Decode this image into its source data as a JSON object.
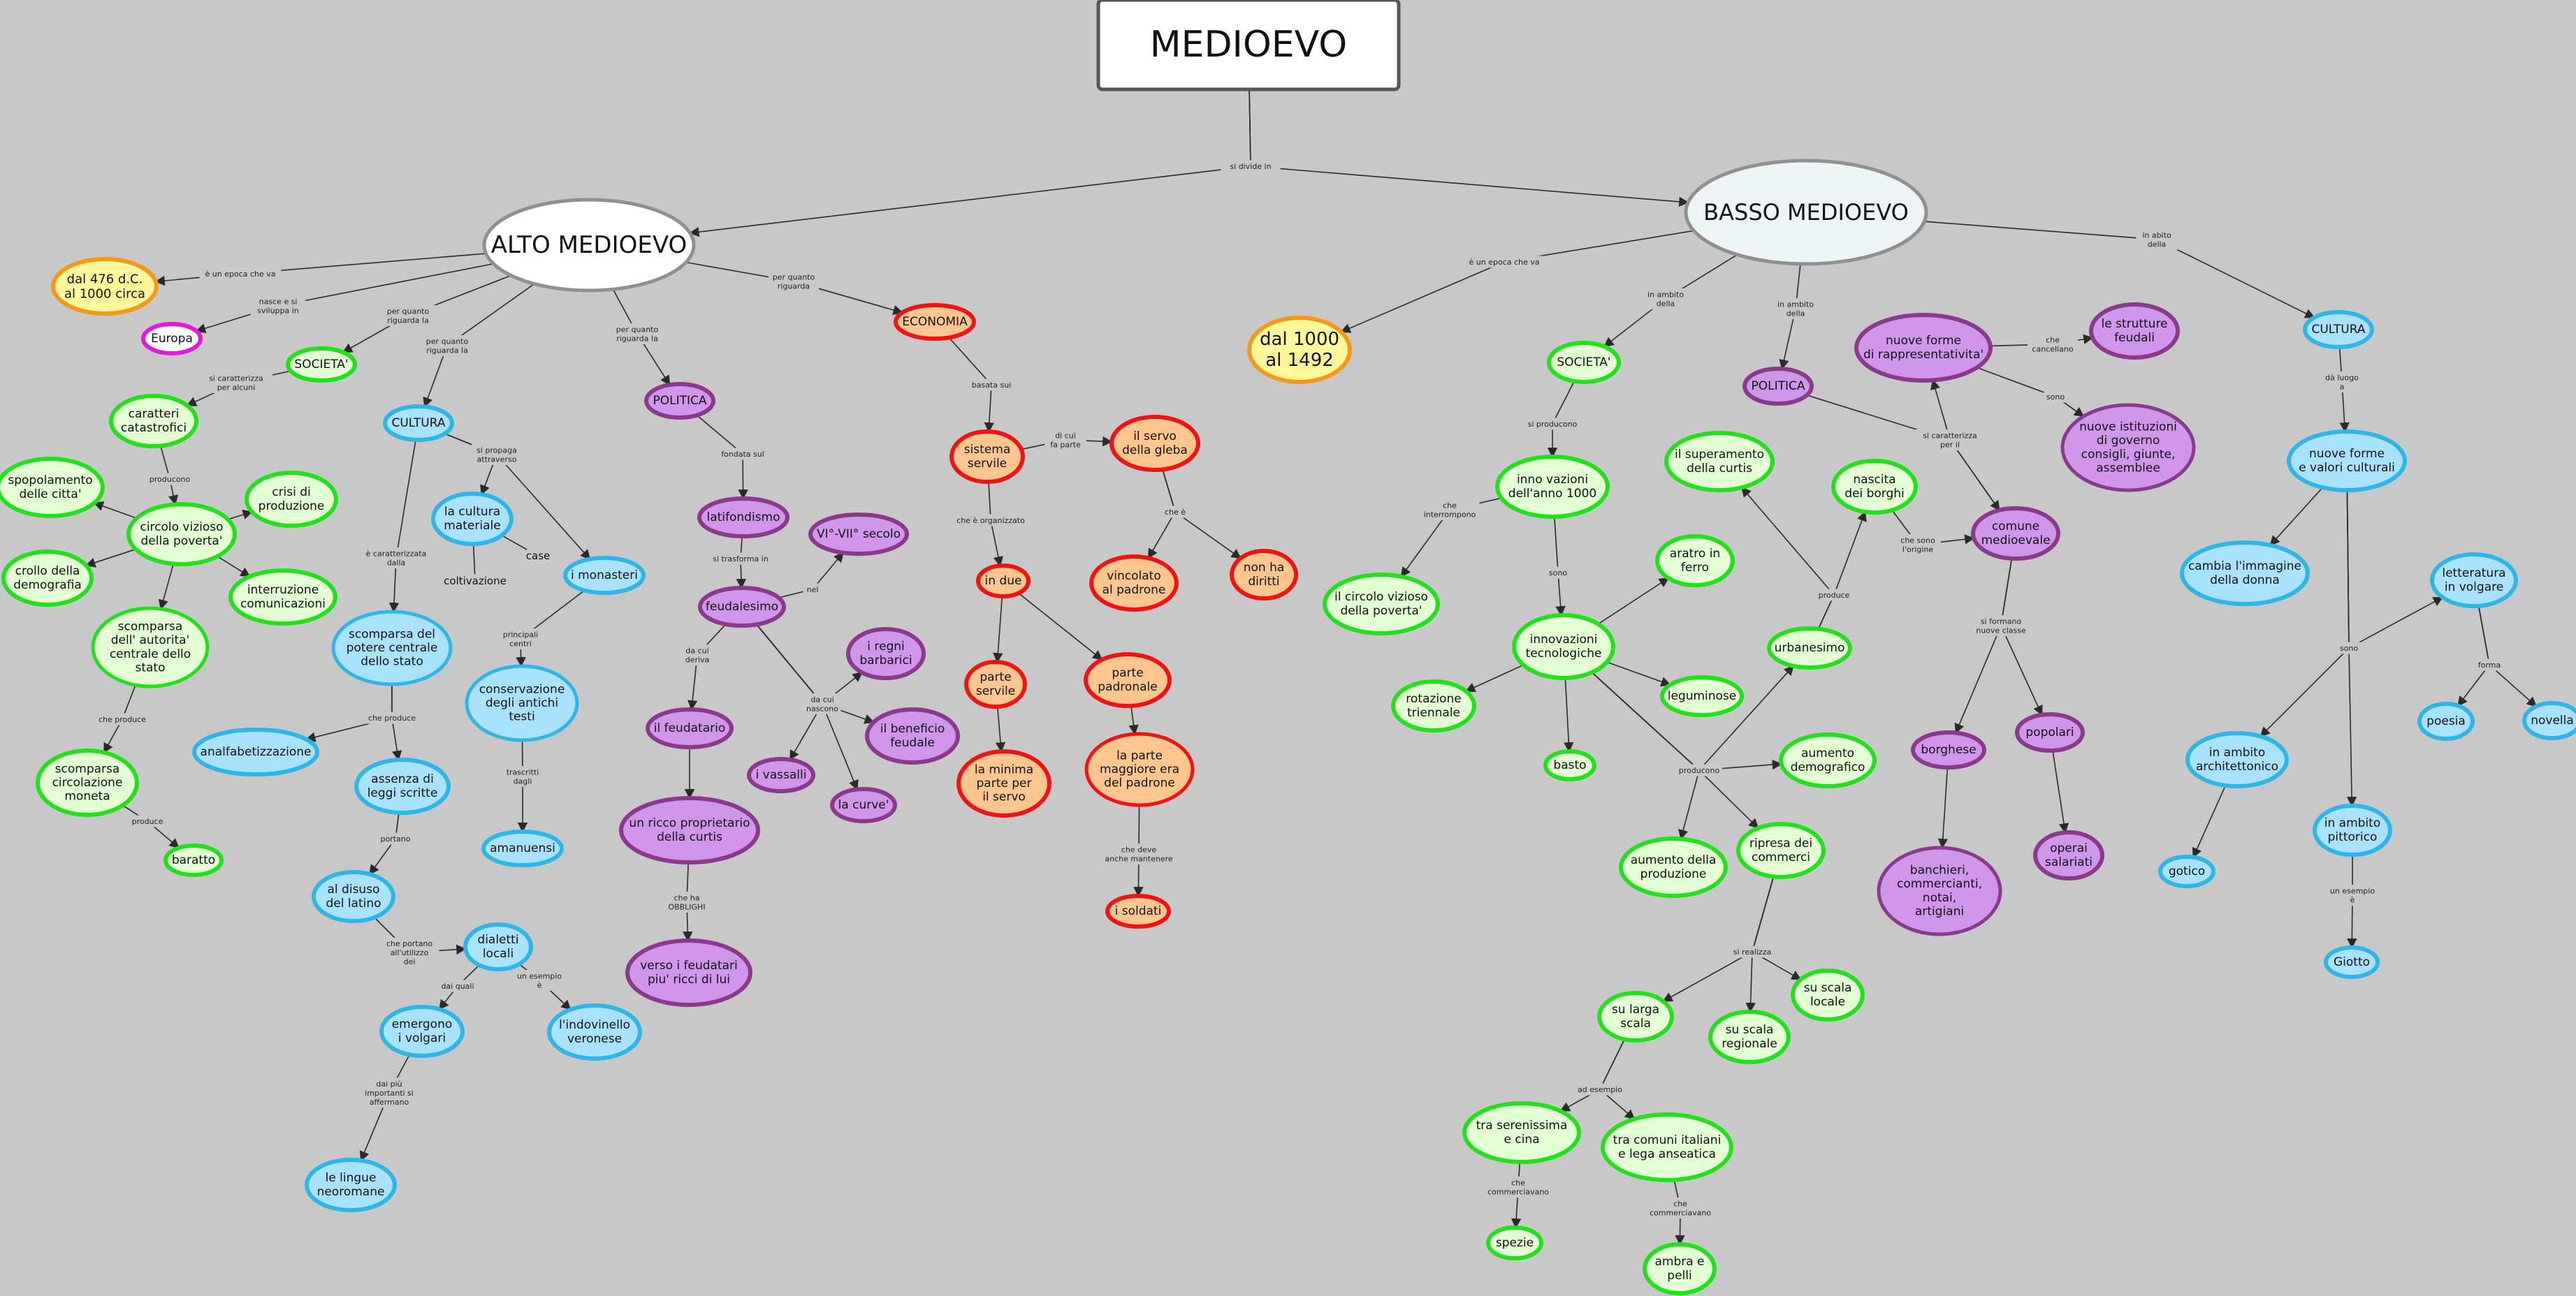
{
  "colors": {
    "white": {
      "fill": "#ffffff",
      "stroke": "#909090"
    },
    "whiteb": {
      "fill": "#eef4f6",
      "stroke": "#909090"
    },
    "green": {
      "fill": "#e3ffd4",
      "stroke": "#22e01c"
    },
    "blue": {
      "fill": "#a9e2ff",
      "stroke": "#2fb6e6"
    },
    "purple": {
      "fill": "#cf96ea",
      "stroke": "#8a3a8a"
    },
    "red": {
      "fill": "#ffc58e",
      "stroke": "#ee1414"
    },
    "yellow": {
      "fill": "#fff79a",
      "stroke": "#f49a18"
    },
    "magenta": {
      "fill": "#ffffff",
      "stroke": "#e21ad6"
    }
  },
  "nodes": [
    {
      "id": "title",
      "text": "MEDIOEVO"
    },
    {
      "id": "alto",
      "text": "ALTO MEDIOEVO"
    },
    {
      "id": "basso",
      "text": "BASSO MEDIOEVO"
    },
    {
      "id": "d476",
      "text": "dal 476 d.C.\nal 1000 circa"
    },
    {
      "id": "europa",
      "text": "Europa"
    },
    {
      "id": "socA",
      "text": "SOCIETA'"
    },
    {
      "id": "cultA",
      "text": "CULTURA"
    },
    {
      "id": "polA",
      "text": "POLITICA"
    },
    {
      "id": "econ",
      "text": "ECONOMIA"
    },
    {
      "id": "caratteri",
      "text": "caratteri\ncatastrofici"
    },
    {
      "id": "circolo",
      "text": "circolo vizioso\ndella poverta'"
    },
    {
      "id": "spopol",
      "text": "spopolamento\ndelle citta'"
    },
    {
      "id": "crisi",
      "text": "crisi di\nproduzione"
    },
    {
      "id": "crollo",
      "text": "crollo della\ndemografia"
    },
    {
      "id": "interr",
      "text": "interruzione\ncomunicazioni"
    },
    {
      "id": "scompAut",
      "text": "scomparsa\ndell' autorita'\ncentrale dello\nstato"
    },
    {
      "id": "scompMon",
      "text": "scomparsa\ncircolazione\nmoneta"
    },
    {
      "id": "baratto",
      "text": "baratto"
    },
    {
      "id": "culMat",
      "text": "la cultura\nmateriale"
    },
    {
      "id": "monast",
      "text": "i monasteri"
    },
    {
      "id": "conserv",
      "text": "conservazione\ndegli antichi\ntesti"
    },
    {
      "id": "amanu",
      "text": "amanuensi"
    },
    {
      "id": "scompPot",
      "text": "scomparsa del\npotere centrale\ndello stato"
    },
    {
      "id": "analf",
      "text": "analfabetizzazione"
    },
    {
      "id": "assenza",
      "text": "assenza di\nleggi scritte"
    },
    {
      "id": "disuso",
      "text": "al disuso\ndel latino"
    },
    {
      "id": "dialetti",
      "text": "dialetti\nlocali"
    },
    {
      "id": "volgari",
      "text": "emergono\ni volgari"
    },
    {
      "id": "indov",
      "text": "l'indovinello\nveronese"
    },
    {
      "id": "neolat",
      "text": "le lingue\nneoromane"
    },
    {
      "id": "latif",
      "text": "latifondismo"
    },
    {
      "id": "feudal",
      "text": "feudalesimo"
    },
    {
      "id": "vii",
      "text": "VI°-VII° secolo"
    },
    {
      "id": "regni",
      "text": "i regni\nbarbarici"
    },
    {
      "id": "benef",
      "text": "il beneficio\nfeudale"
    },
    {
      "id": "vassalli",
      "text": "i vassalli"
    },
    {
      "id": "curve",
      "text": "la curve'"
    },
    {
      "id": "feudat",
      "text": "il feudatario"
    },
    {
      "id": "ricco",
      "text": "un ricco proprietario\ndella curtis"
    },
    {
      "id": "versoF",
      "text": "verso i feudatari\npiu' ricci di lui"
    },
    {
      "id": "sistema",
      "text": "sistema\nservile"
    },
    {
      "id": "servo",
      "text": "il servo\ndella gleba"
    },
    {
      "id": "vincol",
      "text": "vincolato\nal padrone"
    },
    {
      "id": "nonha",
      "text": "non ha\ndiritti"
    },
    {
      "id": "indue",
      "text": "in due"
    },
    {
      "id": "parteS",
      "text": "parte\nservile"
    },
    {
      "id": "parteP",
      "text": "parte\npadronale"
    },
    {
      "id": "minima",
      "text": "la minima\nparte per\nil servo"
    },
    {
      "id": "maggiore",
      "text": "la parte\nmaggiore era\ndel padrone"
    },
    {
      "id": "soldati",
      "text": "i soldati"
    },
    {
      "id": "d1000",
      "text": "dal 1000\nal 1492"
    },
    {
      "id": "socB",
      "text": "SOCIETA'"
    },
    {
      "id": "polB",
      "text": "POLITICA"
    },
    {
      "id": "cultB",
      "text": "CULTURA"
    },
    {
      "id": "innoV",
      "text": "inno vazioni\ndell'anno 1000"
    },
    {
      "id": "circB",
      "text": "il circolo vizioso\ndella poverta'"
    },
    {
      "id": "innovT",
      "text": "innovazioni\ntecnologiche"
    },
    {
      "id": "aratro",
      "text": "aratro in\nferro"
    },
    {
      "id": "rotaz",
      "text": "rotazione\ntriennale"
    },
    {
      "id": "legum",
      "text": "leguminose"
    },
    {
      "id": "basto",
      "text": "basto"
    },
    {
      "id": "aumDem",
      "text": "aumento\ndemografico"
    },
    {
      "id": "aumProd",
      "text": "aumento della\nproduzione"
    },
    {
      "id": "ripresa",
      "text": "ripresa dei\ncommerci"
    },
    {
      "id": "urban",
      "text": "urbanesimo"
    },
    {
      "id": "superam",
      "text": "il superamento\ndella curtis"
    },
    {
      "id": "nascita",
      "text": "nascita\ndei borghi"
    },
    {
      "id": "larga",
      "text": "su larga\nscala"
    },
    {
      "id": "regionale",
      "text": "su scala\nregionale"
    },
    {
      "id": "locale",
      "text": "su scala\nlocale"
    },
    {
      "id": "seren",
      "text": "tra serenissima\ne cina"
    },
    {
      "id": "comuniIt",
      "text": "tra comuni italiani\ne lega anseatica"
    },
    {
      "id": "spezie",
      "text": "spezie"
    },
    {
      "id": "ambra",
      "text": "ambra e\npelli"
    },
    {
      "id": "nuoveForme",
      "text": "nuove forme\ndi rappresentativita'"
    },
    {
      "id": "strutture",
      "text": "le strutture\nfeudali"
    },
    {
      "id": "istituz",
      "text": "nuove istituzioni\ndi governo\nconsigli, giunte,\nassemblee"
    },
    {
      "id": "comune",
      "text": "comune\nmedioevale"
    },
    {
      "id": "borghese",
      "text": "borghese"
    },
    {
      "id": "popolari",
      "text": "popolari"
    },
    {
      "id": "banchieri",
      "text": "banchieri,\ncommercianti,\nnotai,\nartigiani"
    },
    {
      "id": "operai",
      "text": "operai\nsalariati"
    },
    {
      "id": "nuoveCult",
      "text": "nuove forme\ne valori culturali"
    },
    {
      "id": "donna",
      "text": "cambia l'immagine\ndella donna"
    },
    {
      "id": "letter",
      "text": "letteratura\nin volgare"
    },
    {
      "id": "poesia",
      "text": "poesia"
    },
    {
      "id": "novella",
      "text": "novella"
    },
    {
      "id": "archit",
      "text": "in ambito\narchitettonico"
    },
    {
      "id": "gotico",
      "text": "gotico"
    },
    {
      "id": "pittor",
      "text": "in ambito\npittorico"
    },
    {
      "id": "giotto",
      "text": "Giotto"
    }
  ],
  "plain_texts": [
    {
      "id": "coltiv",
      "text": "coltivazione"
    },
    {
      "id": "case",
      "text": "case"
    }
  ],
  "labels": [
    {
      "id": "l_divide",
      "text": "si divide in"
    },
    {
      "id": "l_epocaA",
      "text": "è un epoca che va"
    },
    {
      "id": "l_nasce",
      "text": "nasce e si\nsviluppa in"
    },
    {
      "id": "l_pqSoc",
      "text": "per quanto\nriguarda la"
    },
    {
      "id": "l_pqCult",
      "text": "per quanto\nriguarda la"
    },
    {
      "id": "l_pqPol",
      "text": "per quanto\nriguarda la"
    },
    {
      "id": "l_pqEcon",
      "text": "per quanto\nriguarda"
    },
    {
      "id": "l_caratt",
      "text": "si caratterizza\nper alcuni"
    },
    {
      "id": "l_producono",
      "text": "producono"
    },
    {
      "id": "l_cheProduce",
      "text": "che produce"
    },
    {
      "id": "l_produce",
      "text": "produce"
    },
    {
      "id": "l_propaga",
      "text": "si propaga\nattraverso"
    },
    {
      "id": "l_principali",
      "text": "principali\ncentri"
    },
    {
      "id": "l_trascritti",
      "text": "trascritti\ndagli"
    },
    {
      "id": "l_caratDalla",
      "text": "è caratterizzata\ndalla"
    },
    {
      "id": "l_cheProduce2",
      "text": "che produce"
    },
    {
      "id": "l_portano",
      "text": "portano"
    },
    {
      "id": "l_chePortano",
      "text": "che portano\nall'utilizzo\ndei"
    },
    {
      "id": "l_daiQuali",
      "text": "dai quali"
    },
    {
      "id": "l_esempio",
      "text": "un esempio\nè"
    },
    {
      "id": "l_daiPiu",
      "text": "dai più\nimportanti si\naffermano"
    },
    {
      "id": "l_fondata",
      "text": "fondata sul"
    },
    {
      "id": "l_trasforma",
      "text": "si trasforma in"
    },
    {
      "id": "l_nel",
      "text": "nel"
    },
    {
      "id": "l_daCui",
      "text": "da cui\nderiva"
    },
    {
      "id": "l_daCuiNascono",
      "text": "da cui\nnascono"
    },
    {
      "id": "l_cheHa",
      "text": "che ha\nOBBLIGHI"
    },
    {
      "id": "l_basata",
      "text": "basata sui"
    },
    {
      "id": "l_diCui",
      "text": "di cui\nfa parte"
    },
    {
      "id": "l_cheE",
      "text": "che è"
    },
    {
      "id": "l_organizzato",
      "text": "che è organizzato"
    },
    {
      "id": "l_cheDeve",
      "text": "che deve\nanche mantenere"
    },
    {
      "id": "l_epocaB",
      "text": "è un epoca che va"
    },
    {
      "id": "l_ambitoSoc",
      "text": "in ambito\ndella"
    },
    {
      "id": "l_ambitoPol",
      "text": "in ambito\ndella"
    },
    {
      "id": "l_abito",
      "text": "in abito\ndella"
    },
    {
      "id": "l_siProducono",
      "text": "si producono"
    },
    {
      "id": "l_interrompono",
      "text": "che\ninterrompono"
    },
    {
      "id": "l_sono",
      "text": "sono"
    },
    {
      "id": "l_producono2",
      "text": "producono"
    },
    {
      "id": "l_produce2",
      "text": "produce"
    },
    {
      "id": "l_sonoOrigine",
      "text": "che sono\nl'origine"
    },
    {
      "id": "l_siRealizza",
      "text": "si realizza"
    },
    {
      "id": "l_adEsempio",
      "text": "ad esempio"
    },
    {
      "id": "l_commerciavano1",
      "text": "che\ncommerciavano"
    },
    {
      "id": "l_commerciavano2",
      "text": "che\ncommerciavano"
    },
    {
      "id": "l_cancellano",
      "text": "che\ncancellano"
    },
    {
      "id": "l_sono2",
      "text": "sono"
    },
    {
      "id": "l_caratPerIl",
      "text": "si caratterizza\nper il"
    },
    {
      "id": "l_formano",
      "text": "si formano\nnuove classe"
    },
    {
      "id": "l_daLuogo",
      "text": "dà luogo\na"
    },
    {
      "id": "l_forma",
      "text": "forma"
    },
    {
      "id": "l_sono3",
      "text": "sono"
    },
    {
      "id": "l_esempioE",
      "text": "un esempio\nè"
    }
  ]
}
